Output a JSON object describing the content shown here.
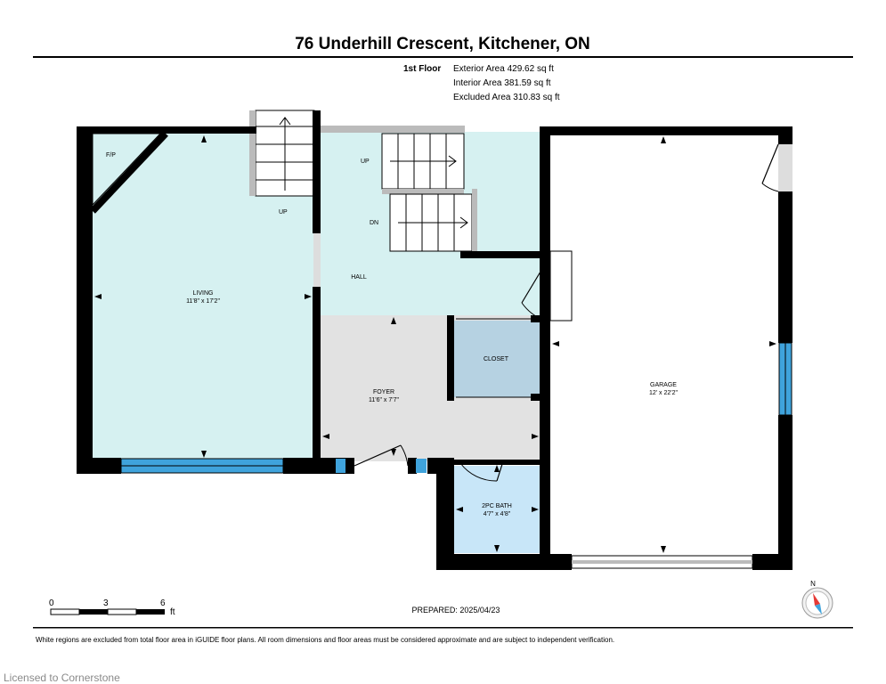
{
  "title": "76 Underhill Crescent, Kitchener, ON",
  "floor": {
    "label": "1st Floor",
    "exterior_area": "Exterior Area 429.62 sq ft",
    "interior_area": "Interior Area 381.59 sq ft",
    "excluded_area": "Excluded Area 310.83 sq ft"
  },
  "rooms": {
    "fireplace": "F/P",
    "living_name": "LIVING",
    "living_dims": "11'8\" x 17'2\"",
    "living_stair": "UP",
    "hall_name": "HALL",
    "hall_stair_up": "UP",
    "hall_stair_down": "DN",
    "closet_name": "CLOSET",
    "foyer_name": "FOYER",
    "foyer_dims": "11'6\" x 7'7\"",
    "garage_name": "GARAGE",
    "garage_dims": "12' x 22'2\"",
    "bath_name": "2PC BATH",
    "bath_dims": "4'7\" x 4'8\""
  },
  "scale_bar": {
    "ticks": [
      "0",
      "3",
      "6"
    ],
    "unit": "ft"
  },
  "compass": {
    "north": "N"
  },
  "prepared": "PREPARED: 2025/04/23",
  "disclaimer": "White regions are excluded from total floor area in iGUIDE floor plans. All room dimensions and floor areas must be considered approximate and are subject to independent verification.",
  "watermark": "Licensed to Cornerstone",
  "colors": {
    "living_hall": "#d6f1f1",
    "foyer": "#e2e2e2",
    "closet": "#b6d2e2",
    "bath": "#c8e6f8",
    "window": "#3fa3dc",
    "wall": "#000000"
  }
}
